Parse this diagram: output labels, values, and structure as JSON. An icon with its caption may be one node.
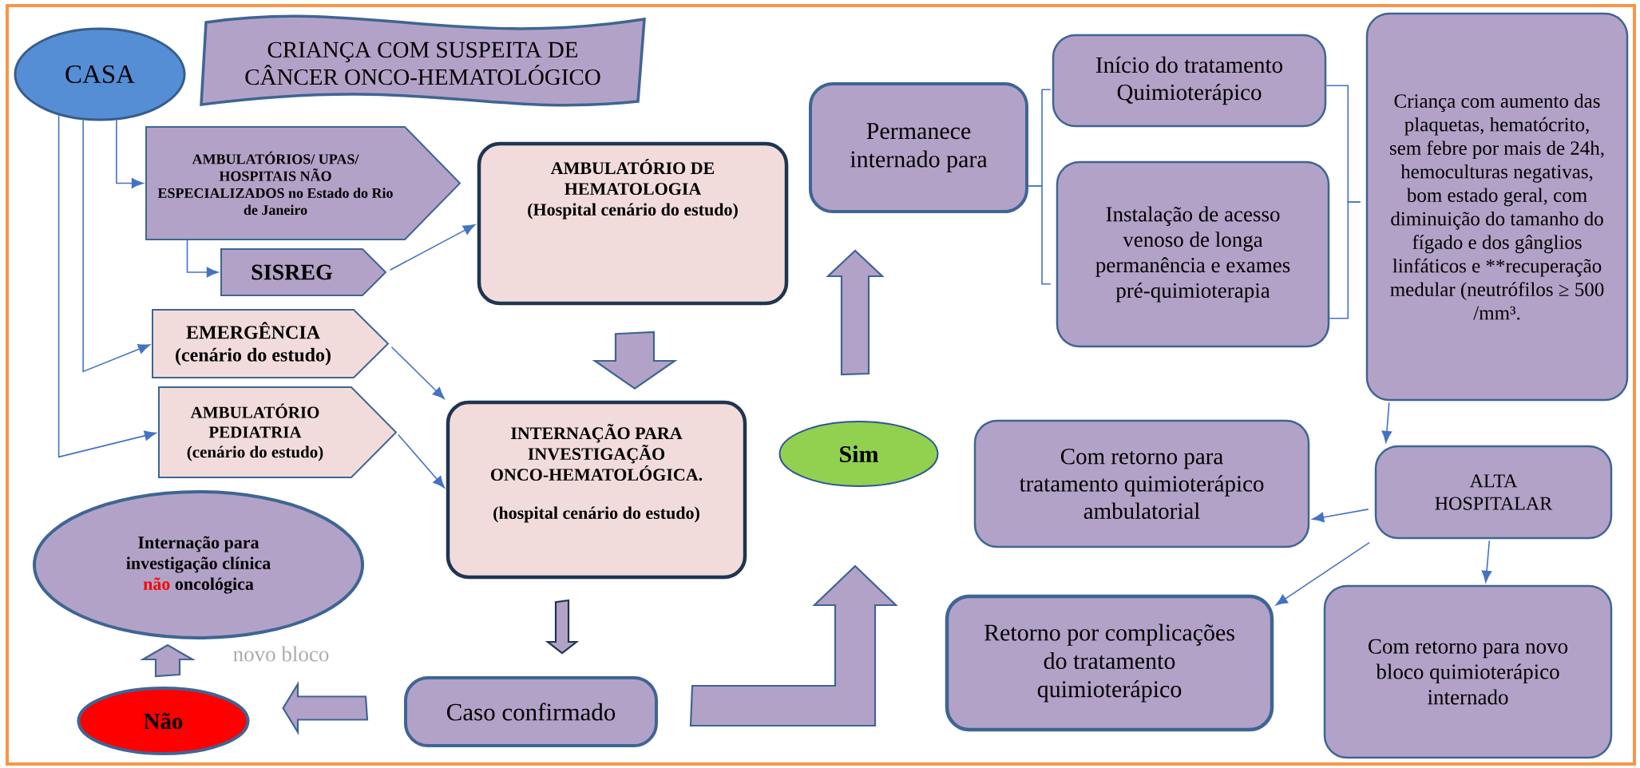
{
  "diagram": {
    "nodes": [
      {
        "text": [
          "CASA"
        ]
      },
      {
        "text": [
          "CRIANÇA COM SUSPEITA DE CÂNCER ONCO-HEMATOLÓGICO"
        ]
      },
      {
        "text": [
          "AMBULATÓRIOS/ UPAS/ HOSPITAIS NÃO ESPECIALIZADOS no Estado do Rio de Janeiro"
        ]
      },
      {
        "text": [
          "SISREG"
        ]
      },
      {
        "text": [
          "EMERGÊNCIA",
          "(cenário do estudo)"
        ]
      },
      {
        "text": [
          "AMBULATÓRIO PEDIATRIA",
          "(cenário do estudo)"
        ]
      },
      {
        "text": [
          "AMBULATÓRIO DE HEMATOLOGIA",
          "(Hospital cenário do estudo)"
        ]
      },
      {
        "text": [
          "INTERNAÇÃO PARA INVESTIGAÇÃO ONCO-HEMATOLÓGICA.",
          "(hospital cenário do estudo)"
        ]
      },
      {
        "text": [
          "Internação para investigação clínica",
          "não",
          "oncológica"
        ]
      },
      {
        "text": [
          "Não"
        ]
      },
      {
        "text": [
          "Caso confirmado"
        ]
      },
      {
        "text": [
          "Sim"
        ]
      },
      {
        "text": [
          "Permanece internado para"
        ]
      },
      {
        "text": [
          "Início do tratamento Quimioterápico"
        ]
      },
      {
        "text": [
          "Instalação de acesso venoso de longa permanência e exames pré-quimioterapia"
        ]
      },
      {
        "text": [
          "Criança com aumento das plaquetas, hematócrito, sem febre por mais de 24h, hemoculturas negativas, bom estado geral, com diminuição do tamanho do fígado e dos gânglios linfáticos e **recuperação medular (neutrófilos ≥ 500 /mm³."
        ]
      },
      {
        "text": [
          "Com retorno para tratamento quimioterápico ambulatorial"
        ]
      },
      {
        "text": [
          "ALTA HOSPITALAR"
        ]
      },
      {
        "text": [
          "Retorno por complicações do tratamento quimioterápico"
        ]
      },
      {
        "text": [
          "Com retorno para novo bloco quimioterápico internado"
        ]
      }
    ],
    "edges": [
      {
        "from": 0,
        "to": 2,
        "arrow": "to"
      },
      {
        "from": 2,
        "to": 3,
        "arrow": "to"
      },
      {
        "from": 0,
        "to": 4,
        "arrow": "to"
      },
      {
        "from": 0,
        "to": 5,
        "arrow": "to"
      },
      {
        "from": 3,
        "to": 6,
        "arrow": "to"
      },
      {
        "from": 4,
        "to": 7,
        "arrow": "to"
      },
      {
        "from": 5,
        "to": 7,
        "arrow": "to"
      },
      {
        "from": 6,
        "to": 7,
        "arrow": "to",
        "style": "thick"
      },
      {
        "from": 7,
        "to": 10,
        "arrow": "to",
        "style": "thick",
        "color": "#1f3552"
      },
      {
        "from": 10,
        "to": 9,
        "arrow": "to",
        "style": "thick"
      },
      {
        "from": 9,
        "to": 8,
        "arrow": "to",
        "style": "thick"
      },
      {
        "from": 10,
        "to": 11,
        "arrow": "to",
        "style": "thick"
      },
      {
        "from": 11,
        "to": 12,
        "arrow": "to",
        "style": "thick"
      },
      {
        "from": 12,
        "to": 13,
        "arrow": "none"
      },
      {
        "from": 12,
        "to": 14,
        "arrow": "none"
      },
      {
        "from": 13,
        "to": 15,
        "arrow": "none"
      },
      {
        "from": 14,
        "to": 15,
        "arrow": "none"
      },
      {
        "from": 15,
        "to": 17,
        "arrow": "to"
      },
      {
        "from": 17,
        "to": 16,
        "arrow": "to"
      },
      {
        "from": 17,
        "to": 18,
        "arrow": "to"
      },
      {
        "from": 17,
        "to": 19,
        "arrow": "to"
      }
    ],
    "labels": [
      "novo bloco"
    ]
  }
}
